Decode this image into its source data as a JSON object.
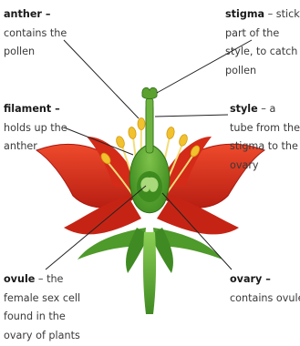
{
  "labels": {
    "anther": {
      "term": "anther",
      "sep": " –",
      "lines": [
        "contains the",
        "pollen"
      ]
    },
    "stigma": {
      "term": "stigma",
      "sep": " – sticky",
      "lines": [
        "part of the",
        "style, to catch",
        "pollen"
      ]
    },
    "filament": {
      "term": "filament",
      "sep": " –",
      "lines": [
        "holds up the",
        "anther"
      ]
    },
    "style": {
      "term": "style",
      "sep": " – a",
      "lines": [
        "tube from the",
        "stigma to the",
        "ovary"
      ]
    },
    "ovule": {
      "term": "ovule",
      "sep": " – the",
      "lines": [
        "female sex cell",
        "found in the",
        "ovary of plants"
      ]
    },
    "ovary": {
      "term": "ovary",
      "sep": " –",
      "lines": [
        "contains ovules"
      ]
    }
  },
  "colors": {
    "petal": "#e0321e",
    "petal_dark": "#a8170f",
    "sepal": "#4e9a2a",
    "pistil": "#6db33f",
    "anther": "#f2c12e",
    "filament": "#f3dd7a",
    "leader": "#222222"
  }
}
